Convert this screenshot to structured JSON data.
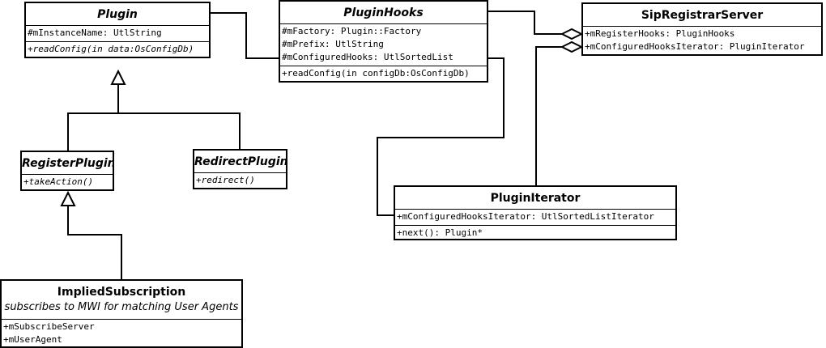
{
  "classes": {
    "plugin": {
      "name": "Plugin",
      "attributes": [
        "#mInstanceName: UtlString"
      ],
      "operations": [
        "+readConfig(in data:OsConfigDb)"
      ]
    },
    "plugin_hooks": {
      "name": "PluginHooks",
      "attributes": [
        "#mFactory: Plugin::Factory",
        "#mPrefix: UtlString",
        "#mConfiguredHooks: UtlSortedList"
      ],
      "operations": [
        "+readConfig(in configDb:OsConfigDb)"
      ]
    },
    "sip_registrar_server": {
      "name": "SipRegistrarServer",
      "attributes": [
        "+mRegisterHooks: PluginHooks",
        "+mConfiguredHooksIterator: PluginIterator"
      ]
    },
    "register_plugin": {
      "name": "RegisterPlugin",
      "operations": [
        "+takeAction()"
      ]
    },
    "redirect_plugin": {
      "name": "RedirectPlugin",
      "operations": [
        "+redirect()"
      ]
    },
    "plugin_iterator": {
      "name": "PluginIterator",
      "attributes": [
        "+mConfiguredHooksIterator: UtlSortedListIterator"
      ],
      "operations": [
        "+next(): Plugin*"
      ]
    },
    "implied_subscription": {
      "name": "ImpliedSubscription",
      "subtitle": "subscribes to MWI for matching User Agents",
      "attributes": [
        "+mSubscribeServer",
        "+mUserAgent"
      ]
    }
  }
}
